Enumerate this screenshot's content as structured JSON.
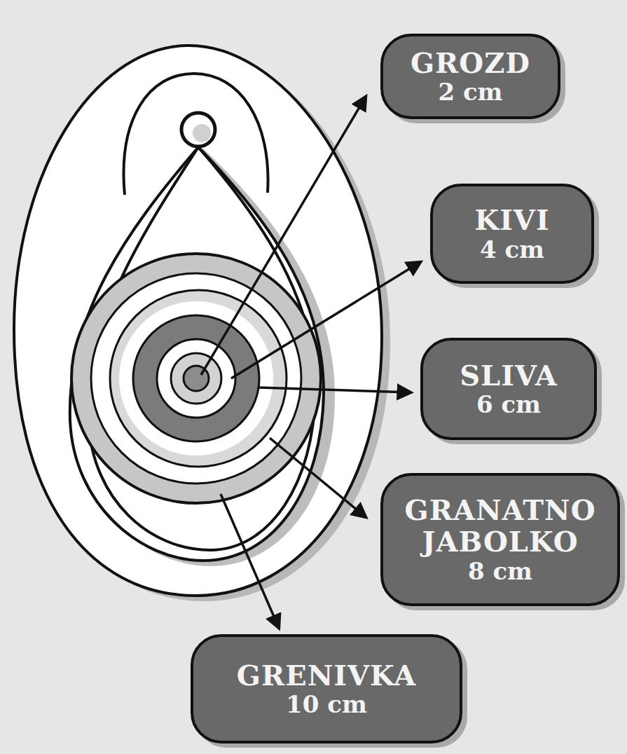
{
  "diagram": {
    "nodes": [
      {
        "text": [
          "GROZD",
          "2 cm"
        ]
      },
      {
        "text": [
          "KIVI",
          "4 cm"
        ]
      },
      {
        "text": [
          "SLIVA",
          "6 cm"
        ]
      },
      {
        "text": [
          "GRANATNO JABOLKO",
          "8 cm"
        ]
      },
      {
        "text": [
          "GRENIVKA",
          "10 cm"
        ]
      }
    ]
  }
}
